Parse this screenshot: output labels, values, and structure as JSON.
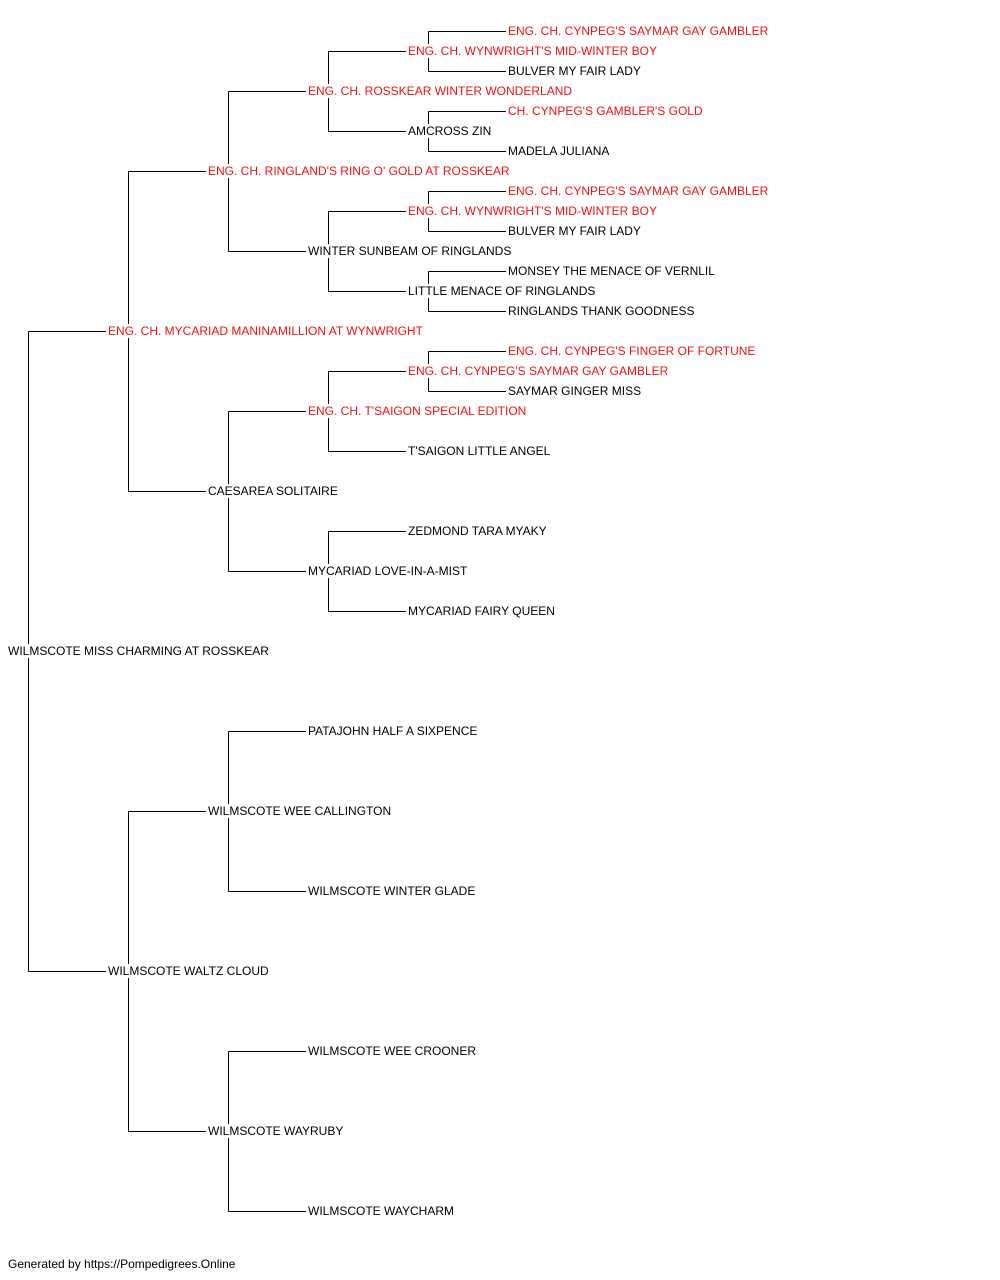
{
  "colors": {
    "champion": "#ee1111",
    "normal": "#000000",
    "line": "#000000"
  },
  "pedigree": {
    "name": "WILMSCOTE MISS CHARMING AT ROSSKEAR",
    "champion": false,
    "sire": {
      "name": "ENG. CH. MYCARIAD MANINAMILLION AT WYNWRIGHT",
      "champion": true,
      "sire": {
        "name": "ENG. CH. RINGLAND'S RING O' GOLD AT ROSSKEAR",
        "champion": true,
        "sire": {
          "name": "ENG. CH. ROSSKEAR WINTER WONDERLAND",
          "champion": true,
          "sire": {
            "name": "ENG. CH. WYNWRIGHT'S MID-WINTER BOY",
            "champion": true,
            "sire": {
              "name": "ENG. CH. CYNPEG'S SAYMAR GAY GAMBLER",
              "champion": true
            },
            "dam": {
              "name": "BULVER MY FAIR LADY",
              "champion": false
            }
          },
          "dam": {
            "name": "AMCROSS ZIN",
            "champion": false,
            "sire": {
              "name": "CH. CYNPEG'S GAMBLER'S GOLD",
              "champion": true
            },
            "dam": {
              "name": "MADELA JULIANA",
              "champion": false
            }
          }
        },
        "dam": {
          "name": "WINTER SUNBEAM OF RINGLANDS",
          "champion": false,
          "sire": {
            "name": "ENG. CH. WYNWRIGHT'S MID-WINTER BOY",
            "champion": true,
            "sire": {
              "name": "ENG. CH. CYNPEG'S SAYMAR GAY GAMBLER",
              "champion": true
            },
            "dam": {
              "name": "BULVER MY FAIR LADY",
              "champion": false
            }
          },
          "dam": {
            "name": "LITTLE MENACE OF RINGLANDS",
            "champion": false,
            "sire": {
              "name": "MONSEY THE MENACE OF VERNLIL",
              "champion": false
            },
            "dam": {
              "name": "RINGLANDS THANK GOODNESS",
              "champion": false
            }
          }
        }
      },
      "dam": {
        "name": "CAESAREA SOLITAIRE",
        "champion": false,
        "sire": {
          "name": "ENG. CH. T'SAIGON SPECIAL EDITION",
          "champion": true,
          "sire": {
            "name": "ENG. CH. CYNPEG'S SAYMAR GAY GAMBLER",
            "champion": true,
            "sire": {
              "name": "ENG. CH. CYNPEG'S FINGER OF FORTUNE",
              "champion": true
            },
            "dam": {
              "name": "SAYMAR GINGER MISS",
              "champion": false
            }
          },
          "dam": {
            "name": "T'SAIGON LITTLE ANGEL",
            "champion": false
          }
        },
        "dam": {
          "name": "MYCARIAD LOVE-IN-A-MIST",
          "champion": false,
          "sire": {
            "name": "ZEDMOND TARA MYAKY",
            "champion": false
          },
          "dam": {
            "name": "MYCARIAD FAIRY QUEEN",
            "champion": false
          }
        }
      }
    },
    "dam": {
      "name": "WILMSCOTE WALTZ CLOUD",
      "champion": false,
      "sire": {
        "name": "WILMSCOTE WEE CALLINGTON",
        "champion": false,
        "sire": {
          "name": "PATAJOHN HALF A SIXPENCE",
          "champion": false
        },
        "dam": {
          "name": "WILMSCOTE WINTER GLADE",
          "champion": false
        }
      },
      "dam": {
        "name": "WILMSCOTE WAYRUBY",
        "champion": false,
        "sire": {
          "name": "WILMSCOTE WEE CROONER",
          "champion": false
        },
        "dam": {
          "name": "WILMSCOTE WAYCHARM",
          "champion": false
        }
      }
    }
  },
  "footer": "Generated by https://Pompedigrees.Online"
}
